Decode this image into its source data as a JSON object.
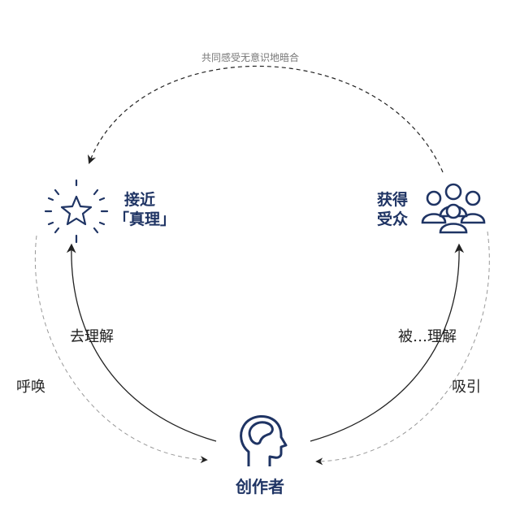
{
  "colors": {
    "accent": "#1f3464",
    "line": "#222222",
    "dashed": "#888888"
  },
  "top_label": "共同感受无意识地暗合",
  "nodes": {
    "truth": {
      "line1": "接近",
      "line2": "「真理」",
      "icon": "star-icon"
    },
    "audience": {
      "line1": "获得",
      "line2": "受众",
      "icon": "people-group-icon"
    },
    "creator": {
      "label": "创作者",
      "icon": "head-brain-icon"
    }
  },
  "edges": {
    "understand": "去理解",
    "be_understood": "被…理解",
    "call": "呼唤",
    "attract": "吸引"
  }
}
